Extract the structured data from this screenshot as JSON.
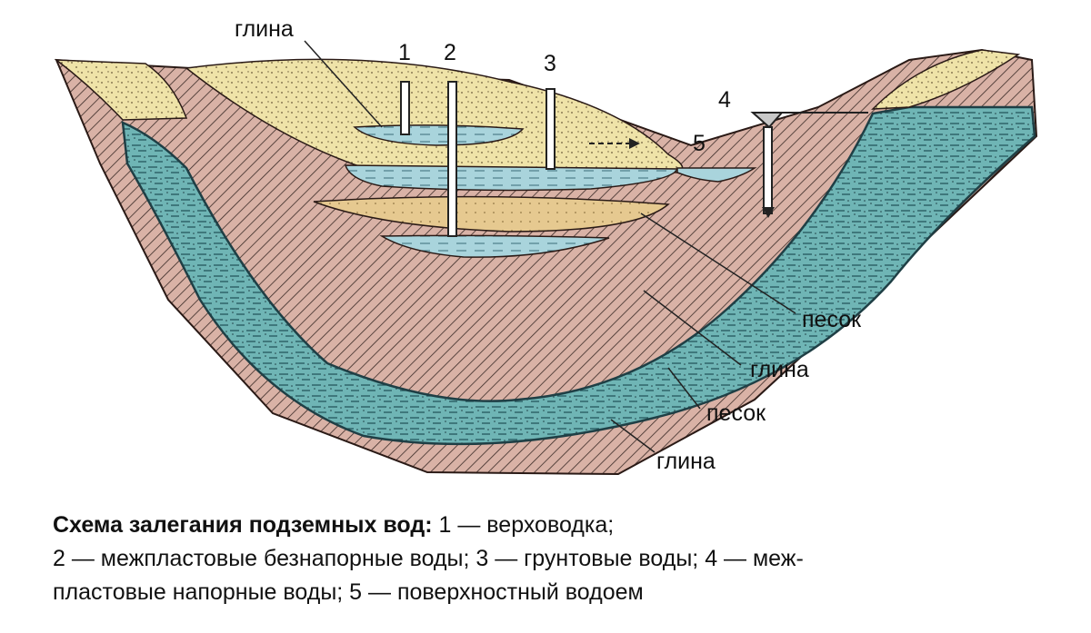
{
  "labels": {
    "clay_top": "глина",
    "well_1": "1",
    "well_2": "2",
    "well_3": "3",
    "well_4": "4",
    "pond_5": "5",
    "sand_1": "песок",
    "clay_1": "глина",
    "sand_2": "песок",
    "clay_2": "глина"
  },
  "caption": {
    "title": "Схема залегания подземных вод:",
    "item_1": " 1 — верховодка;",
    "line_2": "2 — межпластовые безнапорные воды; 3 — грунтовые воды; 4 — меж-",
    "line_3": "пластовые напорные воды; 5 — поверхностный водоем"
  },
  "colors": {
    "clay": "#d9b2a6",
    "sand": "#efe3a8",
    "aquifer": "#6fb5b5",
    "water": "#a9d4dc",
    "lens": "#e6c990"
  }
}
